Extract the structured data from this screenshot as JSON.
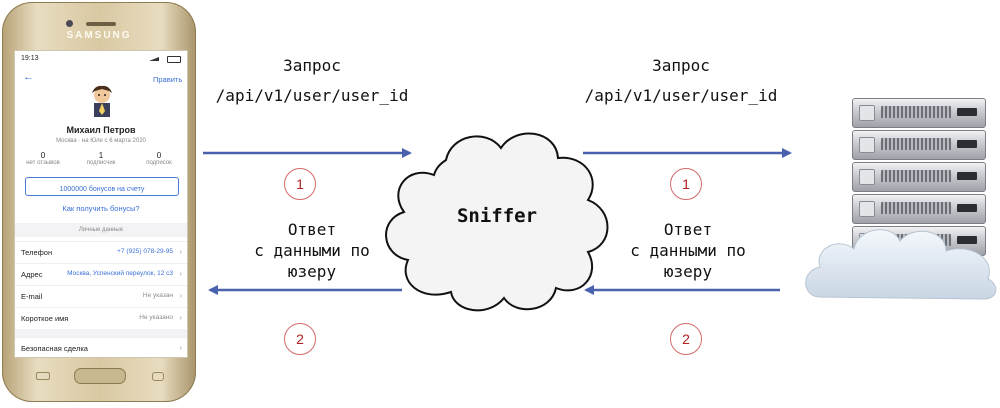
{
  "diagram": {
    "sniffer_label": "Sniffer",
    "left_request": {
      "title": "Запрос",
      "path": "/api/v1/user/user_id"
    },
    "right_request": {
      "title": "Запрос",
      "path": "/api/v1/user/user_id"
    },
    "left_response": {
      "line1": "Ответ",
      "line2": "с данными по",
      "line3": "юзеру"
    },
    "right_response": {
      "line1": "Ответ",
      "line2": "с данными по",
      "line3": "юзеру"
    },
    "step_request": "1",
    "step_response": "2",
    "colors": {
      "arrow": "#4a62ae",
      "circle_border": "#d46b6b",
      "circle_text": "#b02020"
    }
  },
  "phone": {
    "brand": "SAMSUNG",
    "status_time": "19:13",
    "back_icon": "arrow-left-icon",
    "edit_label": "Править",
    "user_name": "Михаил Петров",
    "user_meta": "Москва · на Юле с 6 марта 2020",
    "stats": [
      {
        "value": "0",
        "label": "нет отзывов"
      },
      {
        "value": "1",
        "label": "подписчик"
      },
      {
        "value": "0",
        "label": "подписок"
      }
    ],
    "bonus_button": "1000000 бонусов на счету",
    "bonus_link": "Как получить бонусы?",
    "section_title": "Личные данные",
    "rows": [
      {
        "key": "Телефон",
        "value": "+7 (925) 078-29-95"
      },
      {
        "key": "Адрес",
        "value": "Москва, Успенский переулок, 12 с3"
      },
      {
        "key": "E-mail",
        "value": "Не указан"
      },
      {
        "key": "Короткое имя",
        "value": "Не указано"
      }
    ],
    "safe_deal": "Безопасная сделка"
  }
}
